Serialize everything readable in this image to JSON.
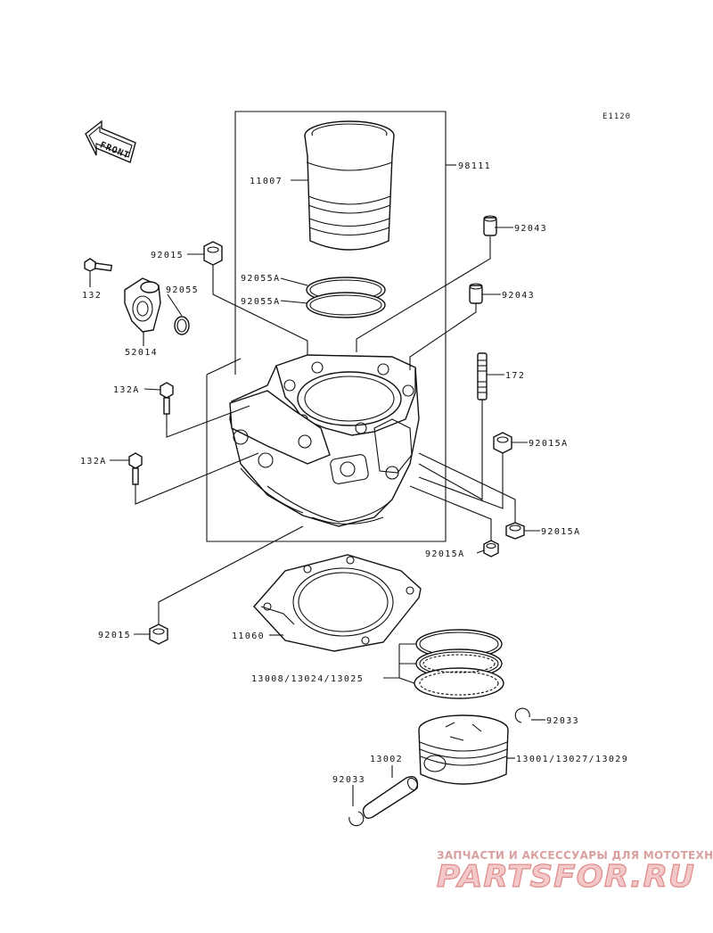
{
  "diagram_code": "E1120",
  "front_label": "FRONT",
  "parts": {
    "p11007": "11007",
    "p98111": "98111",
    "p92043a": "92043",
    "p92043b": "92043",
    "p92015_top": "92015",
    "p132": "132",
    "p92055": "92055",
    "p52014": "52014",
    "p92055A_1": "92055A",
    "p92055A_2": "92055A",
    "p172": "172",
    "p132A_1": "132A",
    "p132A_2": "132A",
    "p92015A_1": "92015A",
    "p92015A_2": "92015A",
    "p92015A_3": "92015A",
    "p92015_bottom": "92015",
    "p11060": "11060",
    "p13008": "13008/13024/13025",
    "p92033a": "92033",
    "p13002": "13002",
    "p13001": "13001/13027/13029",
    "p92033b": "92033"
  },
  "watermark": {
    "subtitle": "ЗАПЧАСТИ И АКСЕССУАРЫ ДЛЯ МОТОТЕХНИКИ",
    "brand": "PARTSFOR.RU"
  }
}
